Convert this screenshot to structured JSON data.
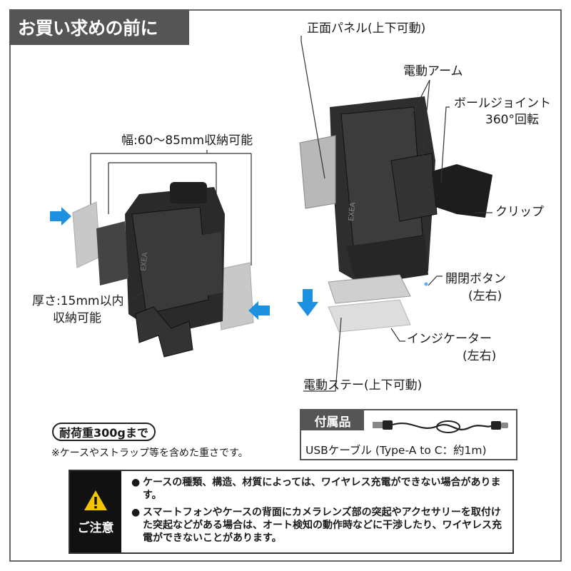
{
  "header": {
    "title": "お買い求めの前に"
  },
  "left_view": {
    "width_label": "幅:60～85mm収納可能",
    "thickness_label_1": "厚さ:15mm以内",
    "thickness_label_2": "収納可能"
  },
  "right_view": {
    "front_panel": "正面パネル(上下可動)",
    "motor_arm": "電動アーム",
    "ball_joint_1": "ボールジョイント",
    "ball_joint_2": "360°回転",
    "clip": "クリップ",
    "open_button_1": "開閉ボタン",
    "open_button_2": "(左右)",
    "indicator_1": "インジケーター",
    "indicator_2": "(左右)",
    "motor_stay": "電動ステー(上下可動)",
    "brand": "EXEA"
  },
  "load": {
    "badge": "耐荷重300gまで",
    "note": "※ケースやストラップ等を含めた重さです。"
  },
  "accessories": {
    "heading": "付属品",
    "cable_text": "USBケーブル (Type-A to C：約1m)"
  },
  "caution": {
    "title": "ご注意",
    "bullet": "●",
    "items": [
      "ケースの種類、構造、材質によっては、ワイヤレス充電ができない場合があります。",
      "スマートフォンやケースの背面にカメラレンズ部の突起やアクセサリーを取付けた突起などがある場合は、オート検知の動作時などに干渉したり、ワイヤレス充電ができないことがあります。"
    ]
  },
  "colors": {
    "header_bg": "#555555",
    "accent_arrow": "#1e90e0",
    "caution_bg": "#111111",
    "warning_yellow": "#f5c400"
  }
}
